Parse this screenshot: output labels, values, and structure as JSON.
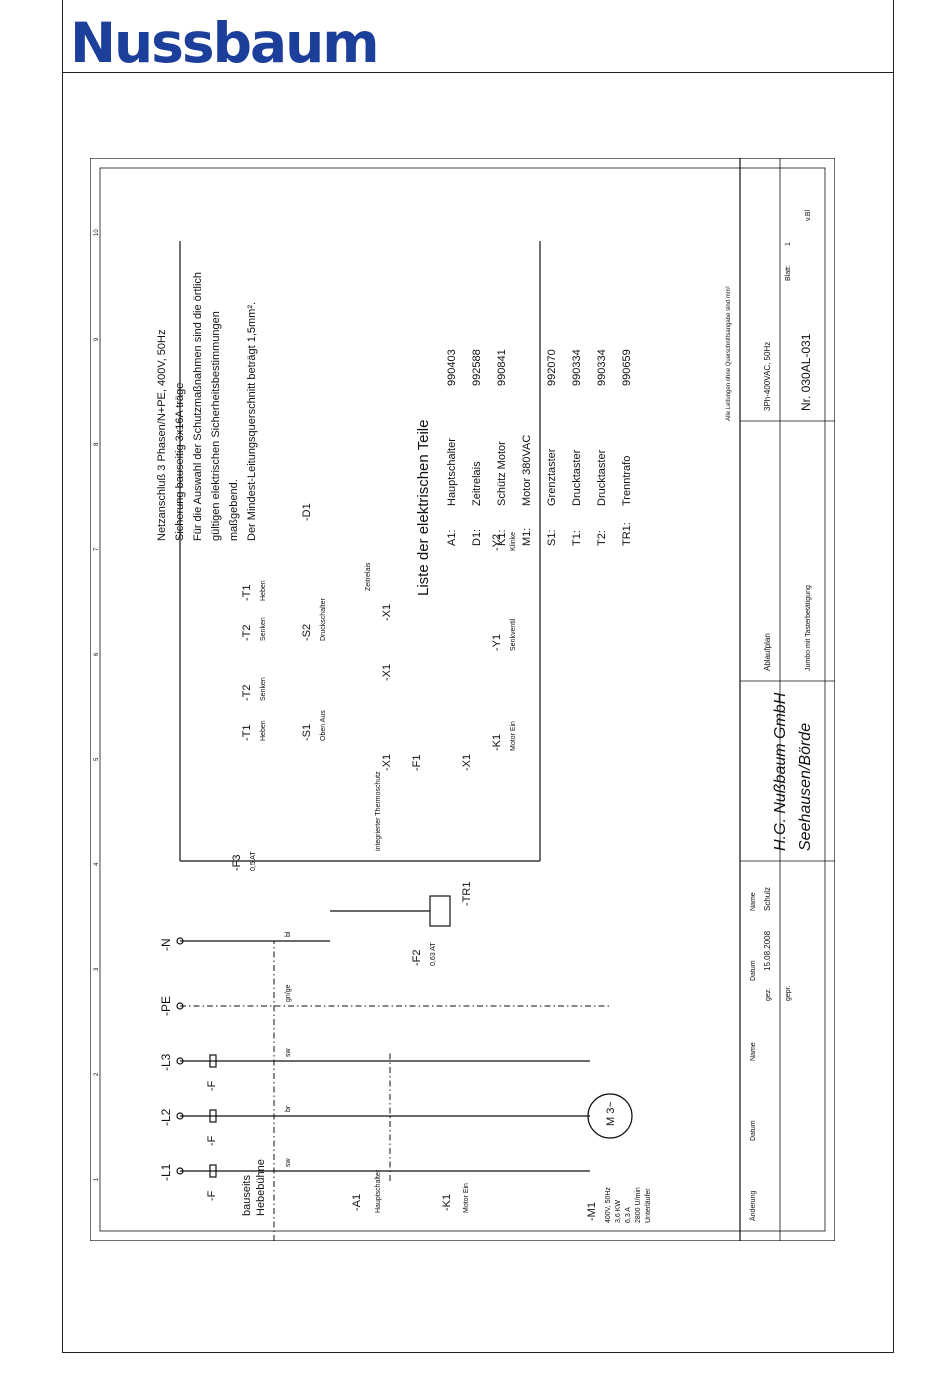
{
  "logo": {
    "text": "Nussbaum",
    "color": "#1b3f9a"
  },
  "notes": {
    "line1": "Netzanschluß 3 Phasen/N+PE, 400V, 50Hz",
    "line2": "Sicherung bauseitig 3x16A träge",
    "line3": "Für die Auswahl der Schutzmaßnahmen sind die örtlich",
    "line4": "gültigen elektrischen Sicherheitsbestimmungen",
    "line5": "maßgebend.",
    "line6": "Der Mindest-Leitungsquerschnitt beträgt 1,5mm²."
  },
  "parts": {
    "title": "Liste der elektrischen Teile",
    "items": [
      {
        "code": "A1:",
        "name": "Hauptschalter",
        "number": "990403"
      },
      {
        "code": "D1:",
        "name": "Zeitrelais",
        "number": "992588"
      },
      {
        "code": "K1:",
        "name": "Schütz Motor",
        "number": "990841"
      },
      {
        "code": "M1:",
        "name": "Motor 380VAC",
        "number": ""
      },
      {
        "code": "S1:",
        "name": "Grenztaster",
        "number": "992070"
      },
      {
        "code": "T1:",
        "name": "Drucktaster",
        "number": "990334"
      },
      {
        "code": "T2:",
        "name": "Drucktaster",
        "number": "990334"
      },
      {
        "code": "TR1:",
        "name": "Trenntrafo",
        "number": "990659"
      }
    ]
  },
  "supply": {
    "l1": "-L1",
    "l2": "-L2",
    "l3": "-L3",
    "pe": "-PE",
    "n": "-N",
    "f": "-F",
    "bauseits1": "bauseits",
    "bauseits2": "Hebebühne",
    "sw": "sw",
    "br": "br",
    "bl": "bl",
    "gnge": "gn/ge"
  },
  "schematic": {
    "a1": "-A1",
    "a1_label": "Hauptschalter",
    "k1": "-K1",
    "k1_label": "Motor Ein",
    "m1": "-M1",
    "m1_spec1": "400V, 50Hz",
    "m1_spec2": "3,6 KW",
    "m1_spec3": "6,3 A",
    "m1_spec4": "2800 U/min",
    "m1_spec5": "Unterläufer",
    "motor_symbol": "M 3~",
    "f2": "-F2",
    "f2_rating": "0,63 AT",
    "tr1": "-TR1",
    "f3": "-F3",
    "f3_rating": "0,5 AT",
    "t1": "-T1",
    "t1_label": "Heben",
    "t2": "-T2",
    "t2_label": "Senken",
    "s1": "-S1",
    "s1_label": "Oben Aus",
    "s2": "-S2",
    "s2_label": "Druckschalter",
    "d1": "-D1",
    "d1_label": "Zeitrelais",
    "x1": "-X1",
    "f1": "-F1",
    "f1_label": "integrierter Thermoschutz",
    "y1": "-Y1",
    "y1_label": "Senkventil",
    "y2": "-Y2",
    "y2_label": "Klinke",
    "k1_coil_label": "Motor Ein",
    "t1b_label": "Heben",
    "t2b_label": "Senken"
  },
  "title_block": {
    "company": "H.G. Nußbaum GmbH",
    "location": "Seehausen/Börde",
    "drawing_no": "Nr. 030AL-031",
    "supply_spec": "3Ph-400VAC, 50Hz",
    "sheet_type": "Ablaufplan",
    "project": "Jumbo mit Tasterbetätigung",
    "date_label": "Datum",
    "name_label": "Name",
    "drawn": "gez.",
    "checked": "gepr.",
    "date": "15.08.2008",
    "drawer": "Schulz",
    "change_label": "Änderung",
    "sheet_label": "Blatt:",
    "sheet_no": "1",
    "of_label": "v.Bl",
    "footnote": "Alle Leitungen ohne Querschnittsangabe sind    mm²"
  },
  "grid": [
    "1",
    "2",
    "3",
    "4",
    "5",
    "6",
    "7",
    "8",
    "9",
    "10"
  ]
}
